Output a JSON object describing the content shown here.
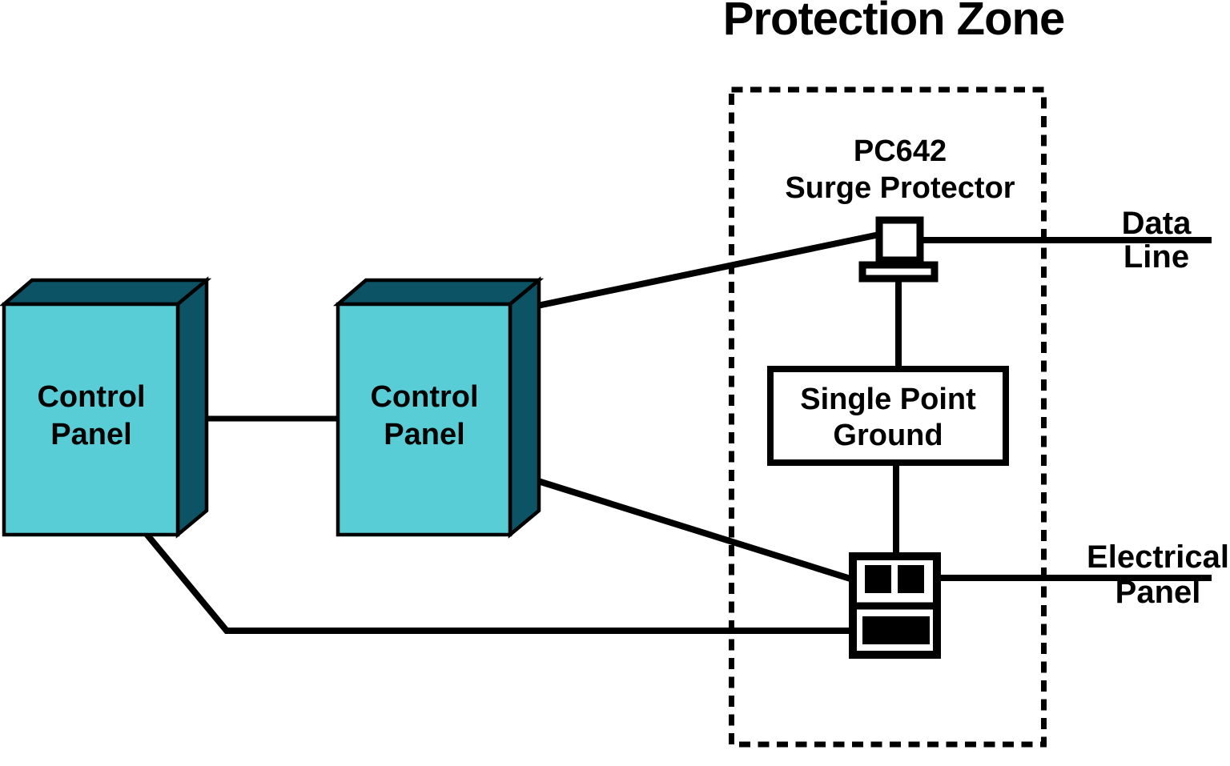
{
  "title": "Protection Zone",
  "colors": {
    "panel_front": "#58CDD5",
    "panel_side": "#0B5365",
    "line": "#000000",
    "background": "#FFFFFF"
  },
  "control_panels": [
    {
      "lines": [
        "Control",
        "Panel"
      ]
    },
    {
      "lines": [
        "Control",
        "Panel"
      ]
    }
  ],
  "protection_zone": {
    "surge_protector": {
      "lines": [
        "PC642",
        "Surge Protector"
      ]
    },
    "single_point_ground": {
      "lines": [
        "Single Point",
        "Ground"
      ]
    }
  },
  "external": {
    "data_line": {
      "lines": [
        "Data",
        "Line"
      ]
    },
    "electrical_panel": {
      "lines": [
        "Electrical",
        "Panel"
      ]
    }
  }
}
